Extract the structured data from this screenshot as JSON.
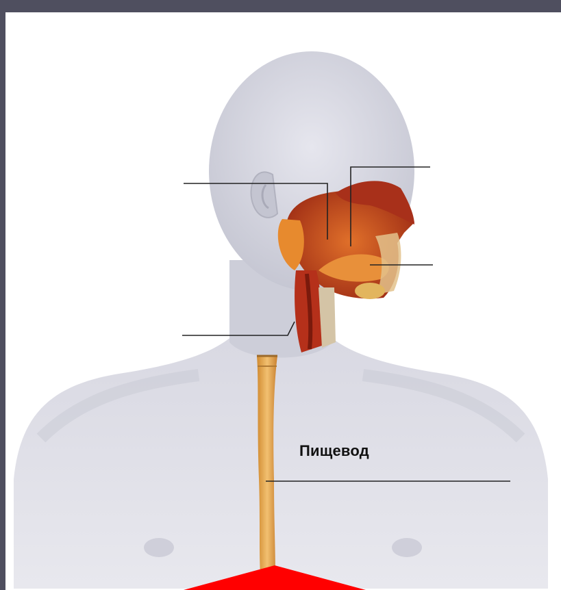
{
  "diagram": {
    "labels": {
      "esophagus": "Пищевод"
    }
  },
  "colors": {
    "frame": "#4f4f5f",
    "body_skin": "#d5d5de",
    "body_shadow": "#bfc0cc",
    "tissue": "#b83a1e",
    "tissue_light": "#e06a2a",
    "esophagus": "#e8a64a",
    "leader_line": "#222222",
    "arrow": "#ff0000"
  },
  "icons": {
    "anatomy": "human-digestive-upper-tract-illustration",
    "pointer": "red-triangle-arrow"
  }
}
